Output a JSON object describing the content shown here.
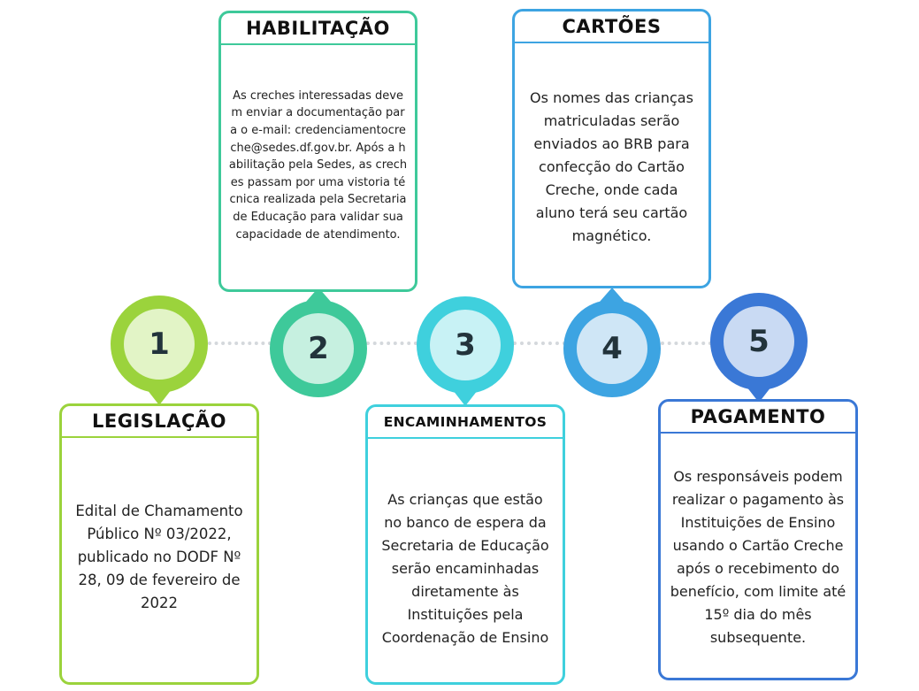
{
  "steps": [
    {
      "number": "1",
      "title": "LEGISLAÇÃO",
      "text": "Edital de Chamamento Público Nº 03/2022, publicado no DODF Nº 28, 09 de fevereiro de 2022",
      "color": "#9bd33c",
      "inner": "#e2f4c6"
    },
    {
      "number": "2",
      "title": "HABILITAÇÃO",
      "text": "As creches interessadas devem enviar a documentação para o e-mail: credenciamentocreche@sedes.df.gov.br. Após a habilitação pela Sedes, as creches passam por uma vistoria técnica realizada pela Secretaria de Educação para validar sua capacidade de atendimento.",
      "color": "#3ec99a",
      "inner": "#c6f0e0"
    },
    {
      "number": "3",
      "title": "ENCAMINHAMENTOS",
      "text": "As crianças que estão no banco de espera da Secretaria de Educação serão encaminhadas diretamente às Instituições pela Coordenação de Ensino",
      "color": "#3fd0dd",
      "inner": "#c8f2f5"
    },
    {
      "number": "4",
      "title": "CARTÕES",
      "text": "Os nomes das crianças matriculadas serão enviados ao BRB para confecção do Cartão Creche, onde cada aluno terá seu cartão magnético.",
      "color": "#3da4e2",
      "inner": "#cfe6f6"
    },
    {
      "number": "5",
      "title": "PAGAMENTO",
      "text": "Os responsáveis podem realizar o pagamento às Instituições de Ensino usando o Cartão Creche após o recebimento do benefício, com limite até 15º dia do mês subsequente.",
      "color": "#3a78d6",
      "inner": "#c9daf3"
    }
  ]
}
